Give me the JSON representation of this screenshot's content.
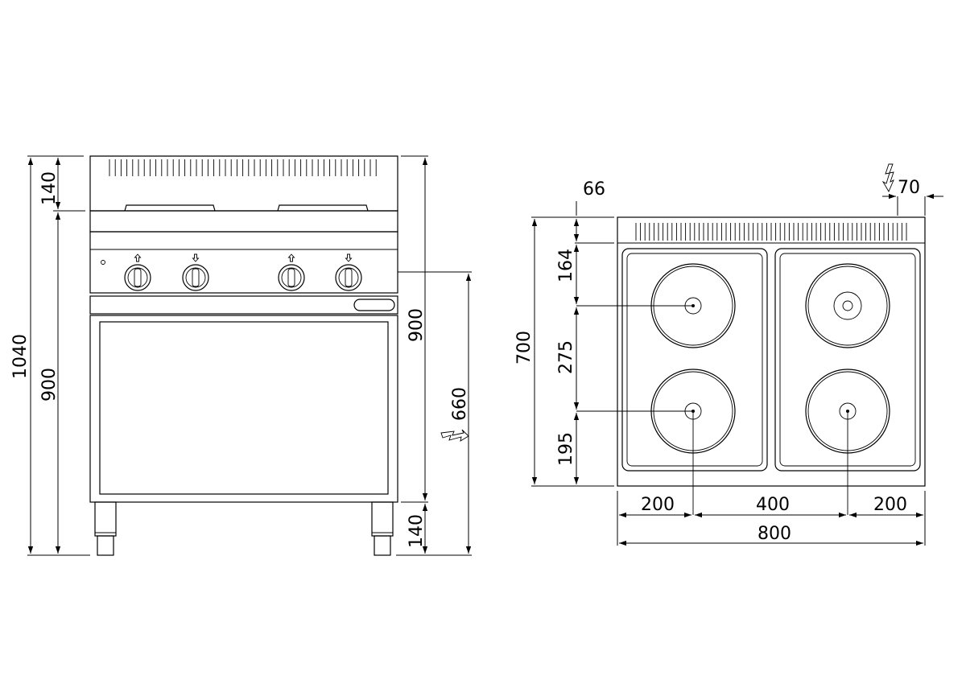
{
  "front_view": {
    "dims": {
      "total_height": "1040",
      "top_upstand": "140",
      "work_height": "900",
      "work_height_right": "900",
      "electric_connection_height": "660",
      "leg_height": "140"
    }
  },
  "top_view": {
    "dims": {
      "depth": "700",
      "rear_offset": "66",
      "rear_row_pos": "164",
      "zone_spacing_depth": "275",
      "front_row_pos": "195",
      "electric_connection_offset": "70",
      "left_offset": "200",
      "zone_spacing_width": "400",
      "right_offset": "200",
      "total_width": "800"
    }
  },
  "icons": {
    "electric_connection": "lightning-bolt-arrow-icon"
  }
}
